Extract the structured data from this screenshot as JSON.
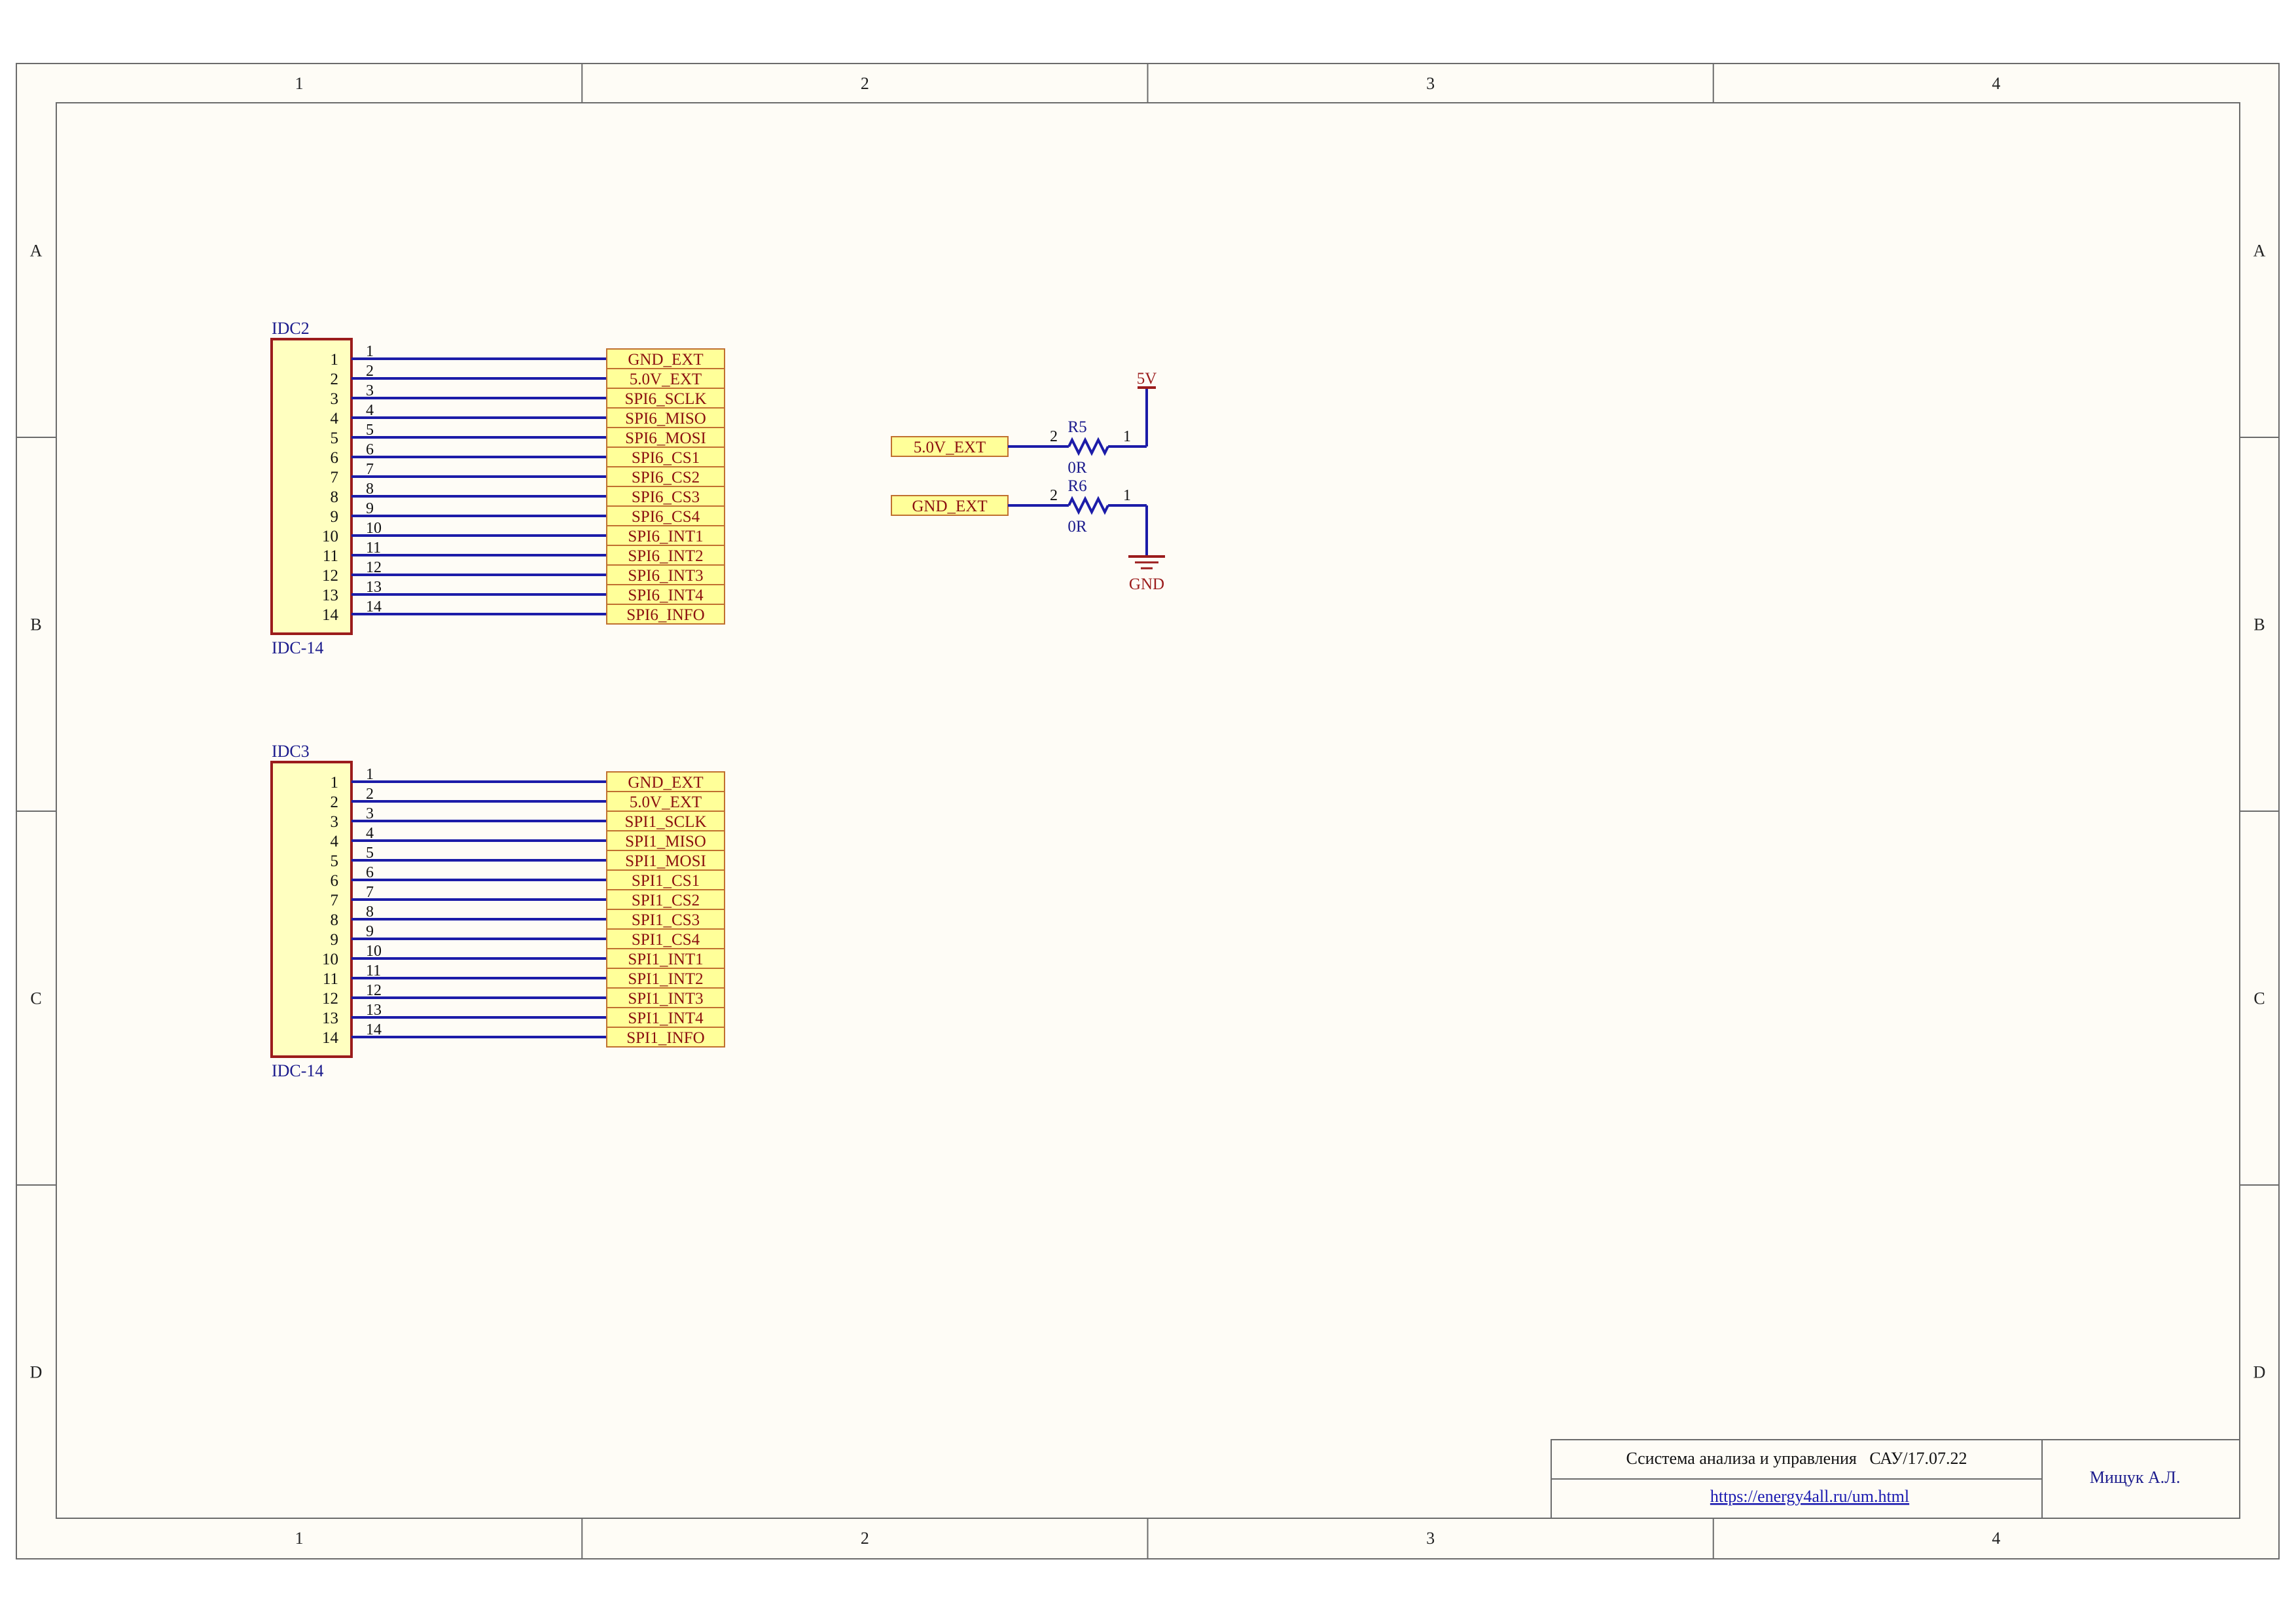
{
  "frame": {
    "columns": [
      "1",
      "2",
      "3",
      "4"
    ],
    "rows": [
      "A",
      "B",
      "C",
      "D"
    ]
  },
  "connectors": [
    {
      "designator": "IDC2",
      "footprint": "IDC-14",
      "pins": [
        "1",
        "2",
        "3",
        "4",
        "5",
        "6",
        "7",
        "8",
        "9",
        "10",
        "11",
        "12",
        "13",
        "14"
      ],
      "nets": [
        "GND_EXT",
        "5.0V_EXT",
        "SPI6_SCLK",
        "SPI6_MISO",
        "SPI6_MOSI",
        "SPI6_CS1",
        "SPI6_CS2",
        "SPI6_CS3",
        "SPI6_CS4",
        "SPI6_INT1",
        "SPI6_INT2",
        "SPI6_INT3",
        "SPI6_INT4",
        "SPI6_INFO"
      ]
    },
    {
      "designator": "IDC3",
      "footprint": "IDC-14",
      "pins": [
        "1",
        "2",
        "3",
        "4",
        "5",
        "6",
        "7",
        "8",
        "9",
        "10",
        "11",
        "12",
        "13",
        "14"
      ],
      "nets": [
        "GND_EXT",
        "5.0V_EXT",
        "SPI1_SCLK",
        "SPI1_MISO",
        "SPI1_MOSI",
        "SPI1_CS1",
        "SPI1_CS2",
        "SPI1_CS3",
        "SPI1_CS4",
        "SPI1_INT1",
        "SPI1_INT2",
        "SPI1_INT3",
        "SPI1_INT4",
        "SPI1_INFO"
      ]
    }
  ],
  "resistors": [
    {
      "designator": "R5",
      "value": "0R",
      "pin_left": "2",
      "pin_right": "1",
      "net": "5.0V_EXT",
      "power": "5V"
    },
    {
      "designator": "R6",
      "value": "0R",
      "pin_left": "2",
      "pin_right": "1",
      "net": "GND_EXT",
      "power": "GND"
    }
  ],
  "title_block": {
    "title": "Ссистема анализа и управления   САУ/17.07.22",
    "url": "https://energy4all.ru/um.html",
    "author": "Мищук А.Л."
  },
  "colors": {
    "paper": "#fefcf6",
    "frame": "#6b6b6b",
    "wire": "#1c1ca8",
    "component": "#9b1c1c",
    "component_fill": "#ffffc0",
    "port_fill": "#ffff99",
    "port_stroke": "#c07030",
    "net_text": "#8b1010",
    "designator_text": "#1a1a8c",
    "pin_text": "#111111"
  }
}
